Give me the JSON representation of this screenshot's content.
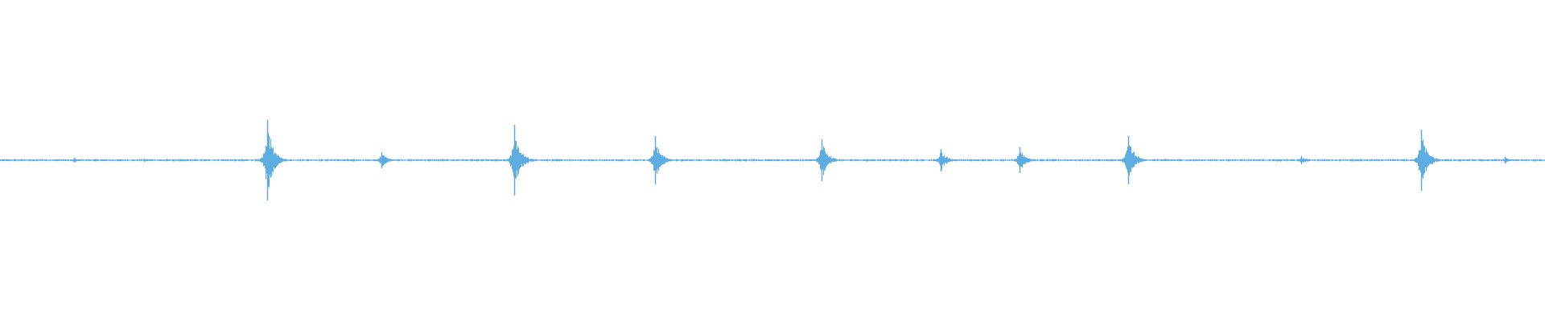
{
  "chart_data": {
    "type": "waveform",
    "title": "",
    "xlabel": "",
    "ylabel": "",
    "ylim": [
      -1,
      1
    ],
    "grid": false,
    "color": "#5dade2",
    "background": "#ffffff",
    "baseline_noise_amplitude": 0.006,
    "events": [
      {
        "time_fraction": 0.048,
        "amplitude": 0.015
      },
      {
        "time_fraction": 0.093,
        "amplitude": 0.01
      },
      {
        "time_fraction": 0.173,
        "amplitude": 0.25
      },
      {
        "time_fraction": 0.247,
        "amplitude": 0.05
      },
      {
        "time_fraction": 0.333,
        "amplitude": 0.22
      },
      {
        "time_fraction": 0.424,
        "amplitude": 0.15
      },
      {
        "time_fraction": 0.532,
        "amplitude": 0.13
      },
      {
        "time_fraction": 0.609,
        "amplitude": 0.07
      },
      {
        "time_fraction": 0.66,
        "amplitude": 0.08
      },
      {
        "time_fraction": 0.73,
        "amplitude": 0.15
      },
      {
        "time_fraction": 0.842,
        "amplitude": 0.025
      },
      {
        "time_fraction": 0.92,
        "amplitude": 0.19
      },
      {
        "time_fraction": 0.974,
        "amplitude": 0.02
      }
    ]
  }
}
